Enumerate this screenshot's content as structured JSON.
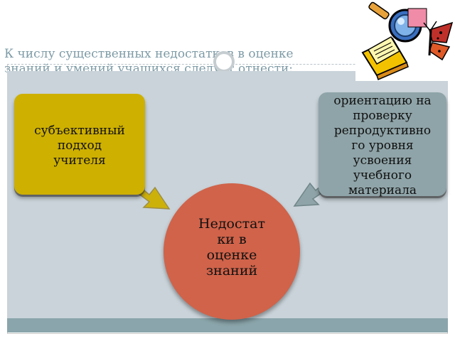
{
  "slide": {
    "title_lines": [
      "К числу существенных недостатков в оценке",
      "знаний и умений учащихся следует отнести:"
    ],
    "left_box": {
      "lines": [
        "субъективный",
        "подход",
        "учителя"
      ]
    },
    "right_box": {
      "lines": [
        "ориентацию на",
        "проверку",
        "репродуктивно",
        "го уровня",
        "усвоения",
        "учебного",
        "материала"
      ]
    },
    "center_circle": {
      "lines": [
        "Недостат",
        "ки в",
        "оценке",
        "знаний"
      ]
    },
    "clipart_icon": "books-magnifier-butterfly-clipart"
  },
  "colors": {
    "title": "#7e9ba6",
    "content_bg": "#c9d3d9",
    "left_box": "#ceb000",
    "right_box": "#8fa4a8",
    "center_circle": "#d0634a",
    "footer": "#8aa5ab"
  }
}
